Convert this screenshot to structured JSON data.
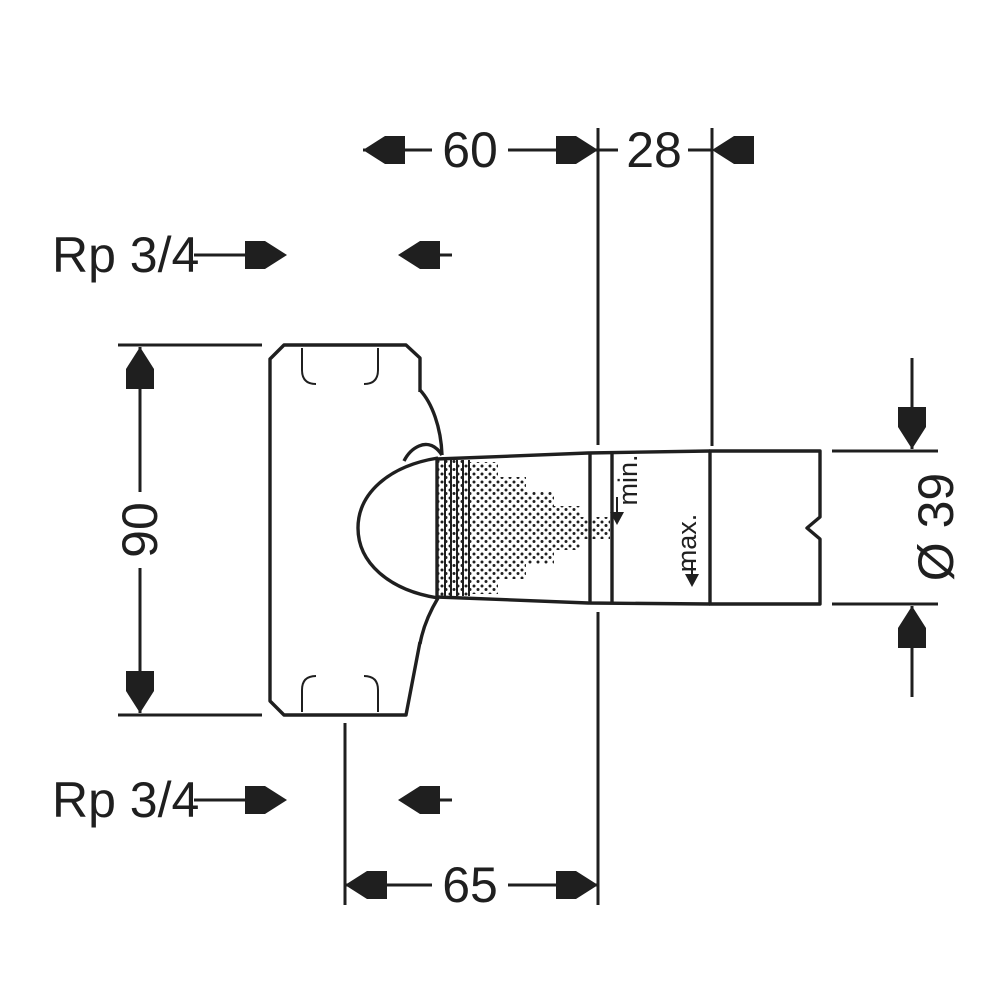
{
  "drawing": {
    "labels": {
      "dim_top_width": "60",
      "dim_top_offset": "28",
      "thread_top": "Rp 3/4",
      "thread_bottom": "Rp 3/4",
      "dim_body_height": "90",
      "dim_bottom_width": "65",
      "dim_sleeve_diameter": "Ø 39",
      "depth_min": "min.",
      "depth_max": "max."
    },
    "colors": {
      "line": "#1f1f1f",
      "background": "#ffffff"
    }
  }
}
